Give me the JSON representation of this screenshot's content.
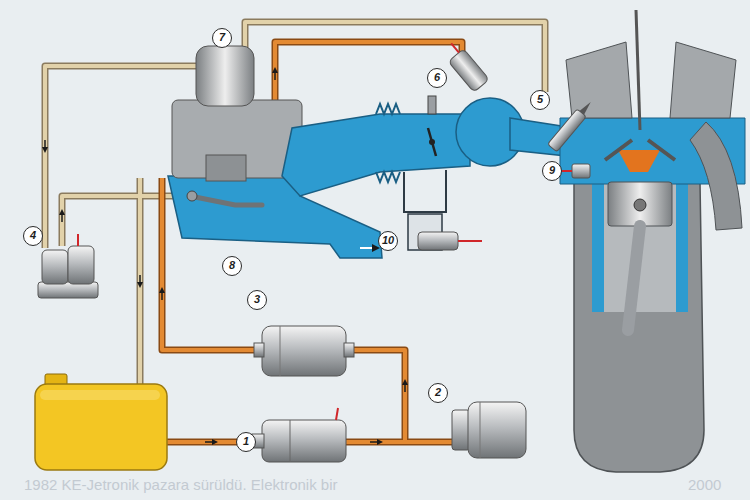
{
  "diagram": {
    "labels": [
      "7",
      "6",
      "5",
      "4",
      "9",
      "8",
      "10",
      "3",
      "2",
      "1",
      "1982 KE-Jetronik pazara sürüldü. Elektronik bir",
      "2000"
    ]
  }
}
